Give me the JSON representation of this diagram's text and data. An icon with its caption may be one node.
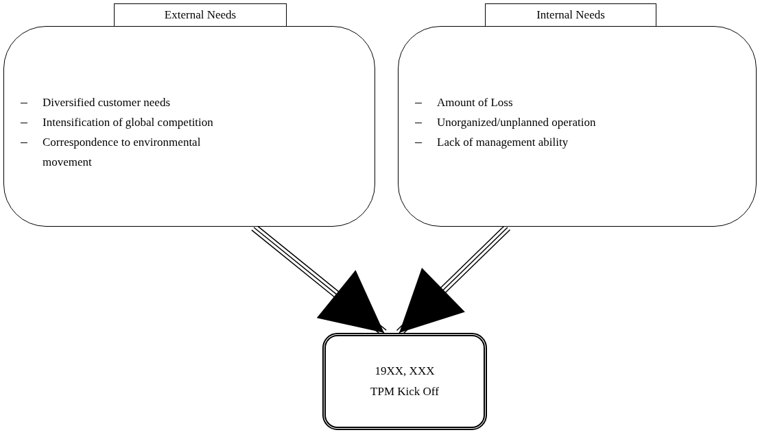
{
  "diagram": {
    "nodes": [
      {
        "text": [
          "External Needs",
          "Diversified customer needs",
          "Intensification of global competition",
          "Correspondence to environmental movement"
        ]
      },
      {
        "text": [
          "Internal Needs",
          "Amount of Loss",
          "Unorganized/unplanned operation",
          "Lack of management ability"
        ]
      },
      {
        "text": [
          "19XX, XXX",
          "TPM Kick Off"
        ]
      }
    ],
    "edges": [
      {
        "from": 0,
        "to": 2,
        "arrow": "to"
      },
      {
        "from": 1,
        "to": 2,
        "arrow": "to"
      }
    ]
  }
}
